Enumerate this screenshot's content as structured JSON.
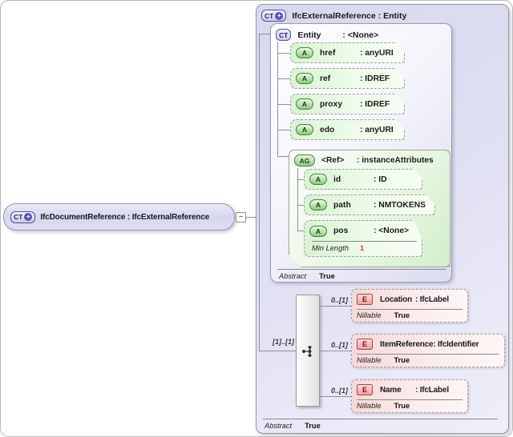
{
  "source_type": {
    "badge": "CT",
    "badge_plus": "+",
    "title": "IfcDocumentReference : IfcExternalReference"
  },
  "collapse_glyph": "−",
  "main_type": {
    "badge": "CT",
    "badge_plus": "+",
    "title": "IfcExternalReference : Entity",
    "abstract": {
      "label": "Abstract",
      "value": "True"
    }
  },
  "base_type": {
    "badge": "CT",
    "name": "Entity",
    "type": ": <None>",
    "abstract": {
      "label": "Abstract",
      "value": "True"
    },
    "attributes": [
      {
        "badge": "A",
        "name": "href",
        "type": ": anyURI"
      },
      {
        "badge": "A",
        "name": "ref",
        "type": ": IDREF"
      },
      {
        "badge": "A",
        "name": "proxy",
        "type": ": IDREF"
      },
      {
        "badge": "A",
        "name": "edo",
        "type": ": anyURI"
      }
    ],
    "attribute_group": {
      "badge": "AG",
      "name": "<Ref>",
      "type": ": instanceAttributes",
      "attributes": [
        {
          "badge": "A",
          "name": "id",
          "type": ": ID"
        },
        {
          "badge": "A",
          "name": "path",
          "type": ": NMTOKENS"
        },
        {
          "badge": "A",
          "name": "pos",
          "type": ": <None>",
          "facet": {
            "label": "Min Length",
            "value": "1"
          }
        }
      ]
    }
  },
  "content_model": {
    "cardinality": "[1]..[1]",
    "elements": [
      {
        "badge": "E",
        "cardinality": "0..[1]",
        "name": "Location",
        "type": ": IfcLabel",
        "nillable": {
          "label": "Nillable",
          "value": "True"
        }
      },
      {
        "badge": "E",
        "cardinality": "0..[1]",
        "name": "ItemReference",
        "type": ": IfcIdentifier",
        "nillable": {
          "label": "Nillable",
          "value": "True"
        }
      },
      {
        "badge": "E",
        "cardinality": "0..[1]",
        "name": "Name",
        "type": ": IfcLabel",
        "nillable": {
          "label": "Nillable",
          "value": "True"
        }
      }
    ]
  },
  "colors": {
    "complex_type_accent": "#5656ac",
    "attribute_accent": "#4e7d45",
    "element_accent": "#a04747",
    "facet_value_color": "#e03c3c"
  }
}
